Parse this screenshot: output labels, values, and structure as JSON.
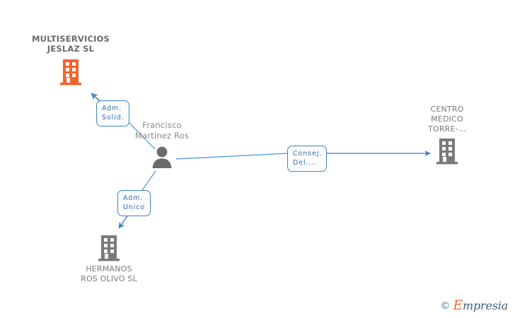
{
  "diagram": {
    "type": "corporate-relationship-graph",
    "background_color": "#ffffff",
    "accent_color": "#3d85c8",
    "company_icon_colors": {
      "highlight": "#f4622c",
      "default": "#7a7a7a"
    },
    "nodes": [
      {
        "id": "multiservicios-jeslaz",
        "kind": "company",
        "label": "MULTISERVICIOS\nJESLAZ SL",
        "icon": "building-icon",
        "icon_color": "#f4622c",
        "highlighted": true
      },
      {
        "id": "francisco-martinez-ros",
        "kind": "person",
        "label": "Francisco\nMartinez Ros",
        "icon": "person-icon",
        "icon_color": "#6b6b6b",
        "highlighted": false
      },
      {
        "id": "centro-medico-torre",
        "kind": "company",
        "label": "CENTRO\nMEDICO\nTORRE-...",
        "icon": "building-icon",
        "icon_color": "#7a7a7a",
        "highlighted": false
      },
      {
        "id": "hermanos-ros-olivo",
        "kind": "company",
        "label": "HERMANOS\nROS OLIVO SL",
        "icon": "building-icon",
        "icon_color": "#7a7a7a",
        "highlighted": false
      }
    ],
    "edges": [
      {
        "id": "edge-adm-solid",
        "from": "francisco-martinez-ros",
        "to": "multiservicios-jeslaz",
        "relation_label": "Adm.\nSolid.",
        "arrow": "up-left"
      },
      {
        "id": "edge-consej-del",
        "from": "francisco-martinez-ros",
        "to": "centro-medico-torre",
        "relation_label": "Consej.\nDel....",
        "arrow": "right"
      },
      {
        "id": "edge-adm-unico",
        "from": "francisco-martinez-ros",
        "to": "hermanos-ros-olivo",
        "relation_label": "Adm.\nUnico",
        "arrow": "down-left"
      }
    ]
  },
  "watermark": {
    "copyright": "©",
    "brand_first_letter": "E",
    "brand_rest": "mpresia"
  }
}
